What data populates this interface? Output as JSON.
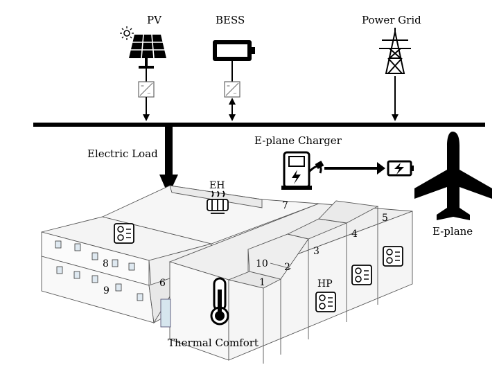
{
  "labels": {
    "pv": "PV",
    "bess": "BESS",
    "grid": "Power Grid",
    "electric_load": "Electric Load",
    "charger": "E-plane Charger",
    "eplane": "E-plane",
    "eh": "EH",
    "hp": "HP",
    "thermal": "Thermal Comfort"
  },
  "zones": [
    "1",
    "2",
    "3",
    "4",
    "5",
    "6",
    "7",
    "8",
    "9",
    "10"
  ]
}
